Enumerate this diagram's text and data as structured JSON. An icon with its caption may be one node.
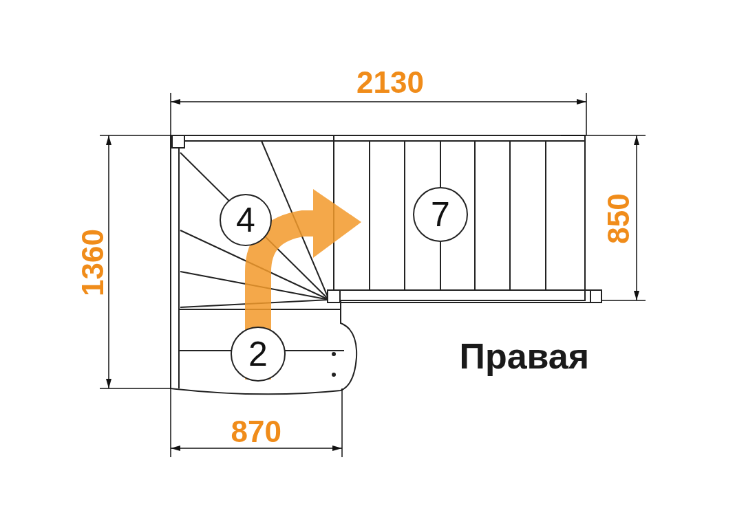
{
  "diagram": {
    "nodes": [
      {
        "text": [
          "4"
        ]
      },
      {
        "text": [
          "7"
        ]
      },
      {
        "text": [
          "2"
        ]
      }
    ],
    "labels": [
      "2130",
      "1360",
      "850",
      "870",
      "Правая"
    ]
  }
}
